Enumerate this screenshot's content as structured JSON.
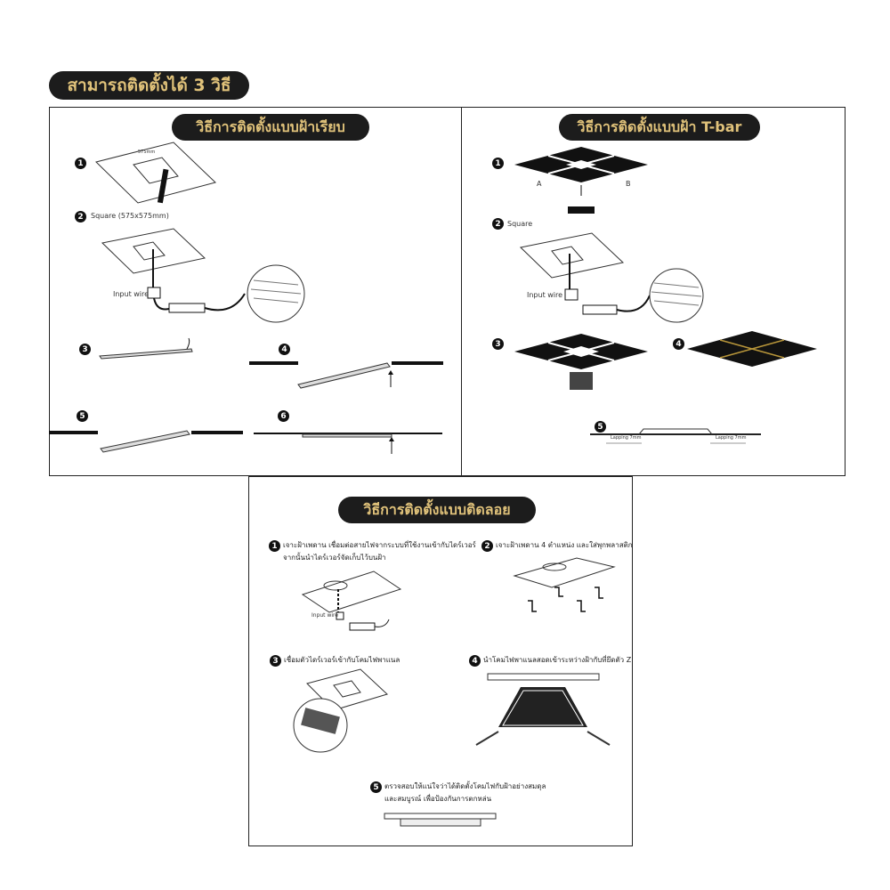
{
  "main_title": "สามารถติดตั้งได้ 3 วิธี",
  "colors": {
    "pill_bg": "#1c1c1c",
    "pill_text": "#e0c27a"
  },
  "flat": {
    "title": "วิธีการติดตั้งแบบฝ้าเรียบ",
    "steps": [
      "1",
      "2",
      "3",
      "4",
      "5",
      "6"
    ],
    "dim_label": "575mm",
    "square_label": "Square (575x575mm)",
    "input_wire": "Input wire"
  },
  "tbar": {
    "title": "วิธีการติดตั้งแบบฝ้า T-bar",
    "steps": [
      "1",
      "2",
      "3",
      "4",
      "5"
    ],
    "label_a": "A",
    "label_b": "B",
    "square_label": "Square",
    "input_wire": "Input wire",
    "lapping": "Lapping 7mm"
  },
  "surface": {
    "title": "วิธีการติดตั้งแบบติดลอย",
    "steps": [
      {
        "num": "1",
        "line1": "เจาะฝ้าเพดาน เชื่อมต่อสายไฟจากระบบที่ใช้งานเข้ากับไดร์เวอร์",
        "line2": "จากนั้นนำไดร์เวอร์จัดเก็บไว้บนฝ้า"
      },
      {
        "num": "2",
        "line1": "เจาะฝ้าเพดาน 4 ตำแหน่ง และใส่พุกพลาสติก"
      },
      {
        "num": "3",
        "line1": "เชื่อมตัวไดร์เวอร์เข้ากับโคมไฟพาแนล"
      },
      {
        "num": "4",
        "line1": "นำโคมไฟพาแนลสอดเข้าระหว่างฝ้ากับที่ยึดตัว Z"
      },
      {
        "num": "5",
        "line1": "ตรวจสอบให้แน่ใจว่าได้ติดตั้งโคมไฟกับฝ้าอย่างสมดุล",
        "line2": "และสมบูรณ์ เพื่อป้องกันการตกหล่น"
      }
    ],
    "input_wire": "Input wire"
  }
}
